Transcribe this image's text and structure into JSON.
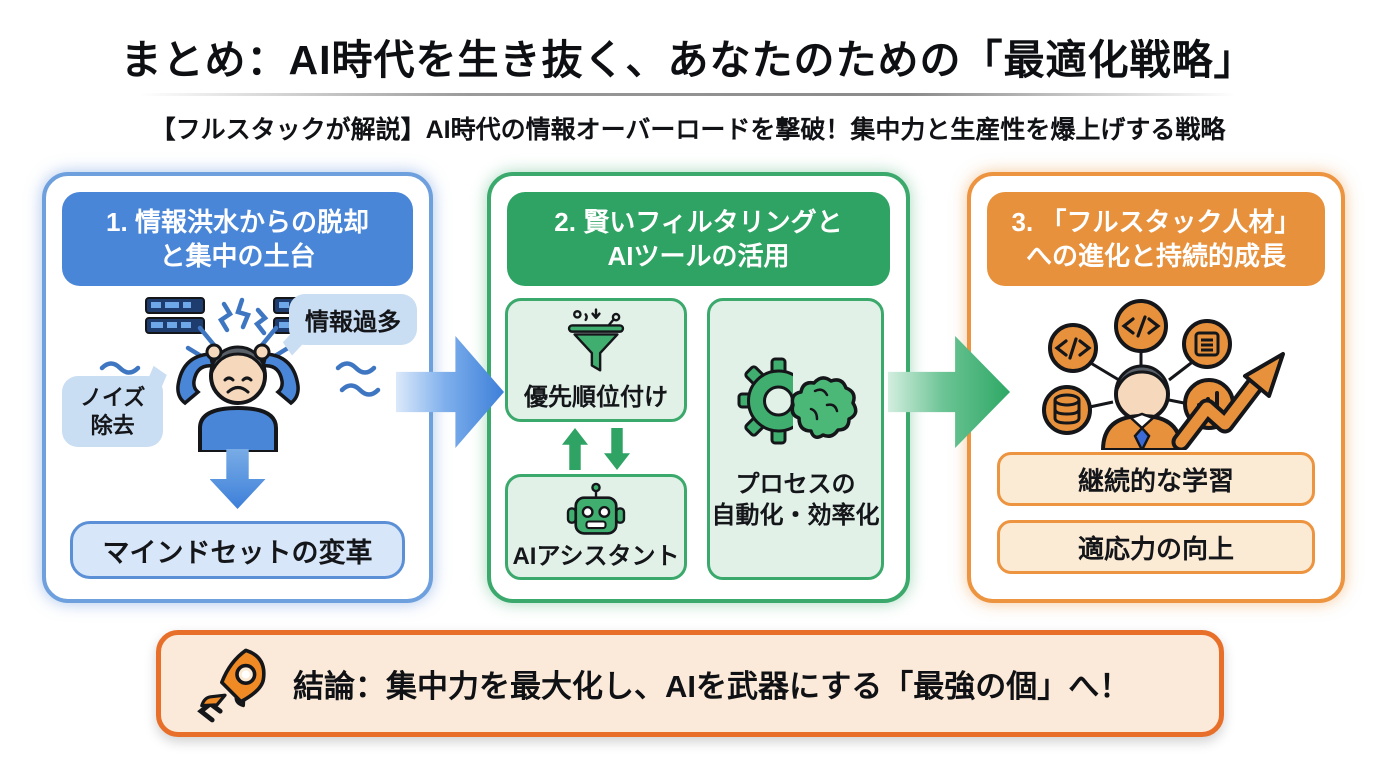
{
  "page": {
    "title": "まとめ：AI時代を生き抜く、あなたのための「最適化戦略」",
    "subtitle": "【フルスタックが解説】AI時代の情報オーバーロードを撃破！集中力と生産性を爆上げする戦略"
  },
  "boxes": [
    {
      "header_line1": "1. 情報洪水からの脱却",
      "header_line2": "と集中の土台",
      "bubble_right": "情報過多",
      "bubble_left_line1": "ノイズ",
      "bubble_left_line2": "除去",
      "pill": "マインドセットの変革"
    },
    {
      "header_line1": "2. 賢いフィルタリングと",
      "header_line2": "AIツールの活用",
      "card_priority": "優先順位付け",
      "card_assistant": "AIアシスタント",
      "card_process_line1": "プロセスの",
      "card_process_line2": "自動化・効率化"
    },
    {
      "header_line1": "3. 「フルスタック人材」",
      "header_line2": "への進化と持続的成長",
      "pill1": "継続的な学習",
      "pill2": "適応力の向上"
    }
  ],
  "conclusion": {
    "text": "結論：集中力を最大化し、AIを武器にする「最強の個」へ！"
  },
  "icons": {
    "server_stack": "server-stack-icon",
    "stressed_person": "stressed-person-icon",
    "down_arrow": "down-arrow-icon",
    "flow_arrow_blue": "right-arrow-icon",
    "flow_arrow_green": "right-arrow-icon",
    "funnel": "funnel-icon",
    "swap_arrows": "swap-arrows-icon",
    "robot": "robot-icon",
    "gear_brain": "gear-brain-icon",
    "fullstack_person": "fullstack-person-icon",
    "growth_arrow": "growth-arrow-icon",
    "rocket": "rocket-icon"
  },
  "colors": {
    "blue": "#4A86D8",
    "blue_light": "#D7E6F8",
    "green": "#2FA363",
    "green_light": "#E2F1E8",
    "orange": "#E8913C",
    "orange_light": "#FCEBD4",
    "orange_deep": "#E86F2A",
    "cream": "#FBEAD9"
  }
}
